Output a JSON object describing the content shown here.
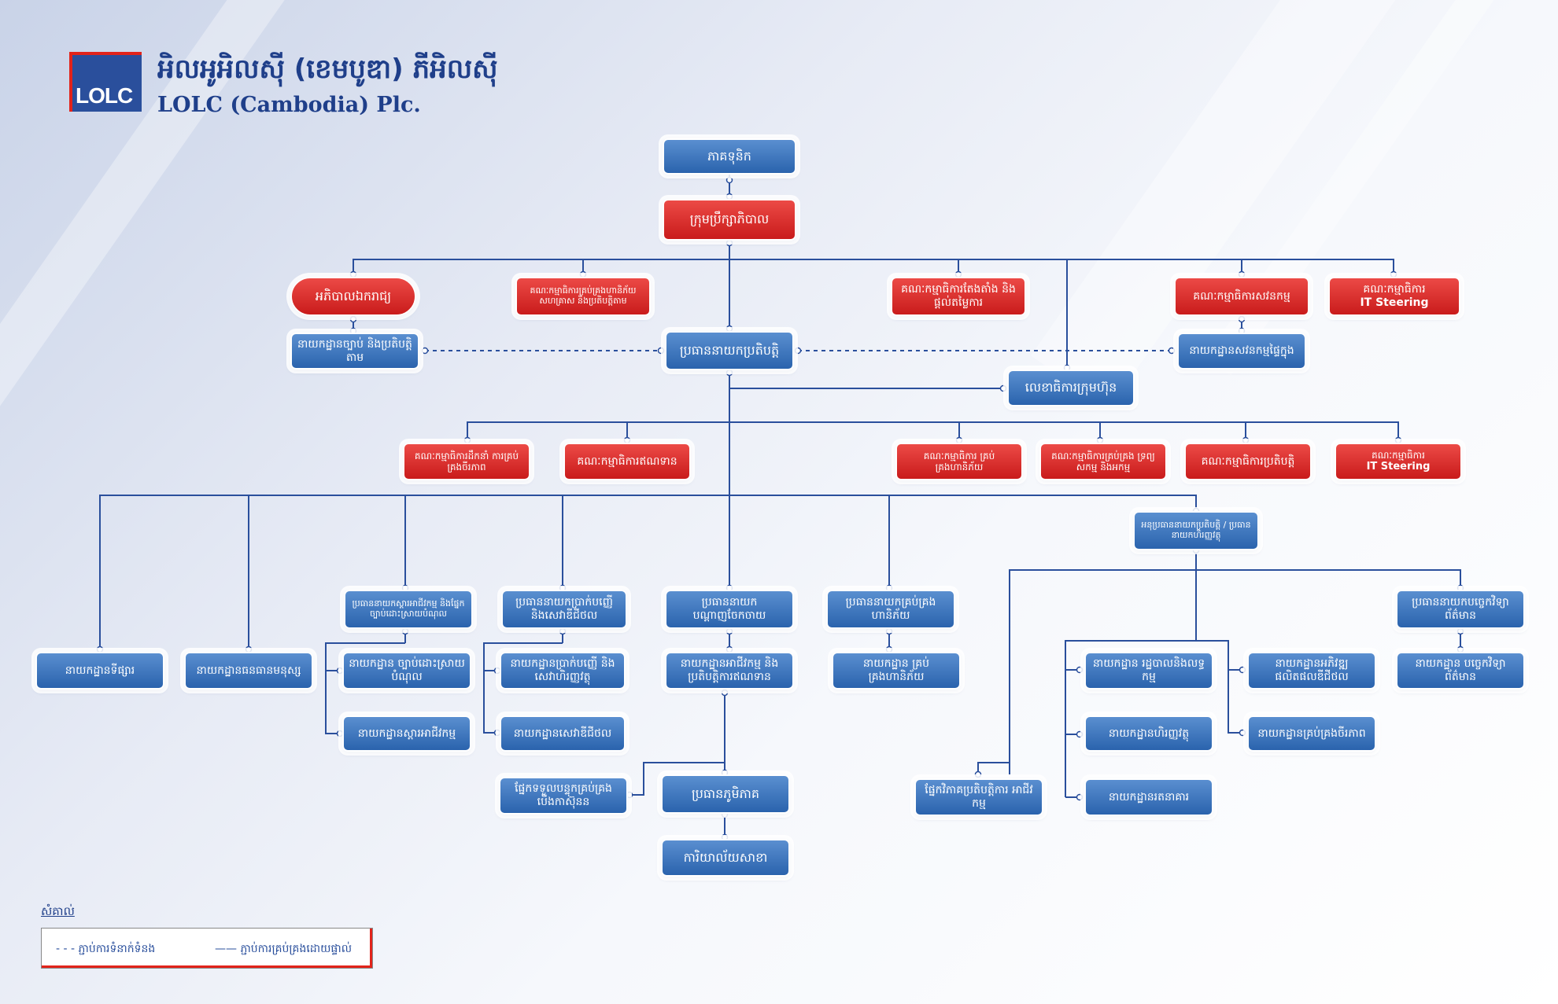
{
  "brand": {
    "logo_text": "LOLC",
    "name_km": "អិលអូអិលស៊ី (ខេមបូឌា) ភីអិលស៊ី",
    "name_en": "LOLC (Cambodia) Plc.",
    "colors": {
      "blue": "#2a63ad",
      "red": "#d42020",
      "line": "#2a4f9c"
    }
  },
  "nodes": {
    "shareholders": "ភាគទុនិក",
    "board": "ក្រុមប្រឹក្សាភិបាល",
    "independent_director": "អភិបាលឯករាជ្យ",
    "legal_dept": "នាយកដ្ឋានច្បាប់ និងប្រតិបត្តិតាម",
    "risk_committee_board": "គណៈកម្មាធិការគ្រប់គ្រងហានិភ័យ សហគ្រាស និងប្រតិបត្តិតាម",
    "ceo": "ប្រធាននាយកប្រតិបត្តិ",
    "nomination_committee": "គណៈកម្មាធិការតែងតាំង និងផ្ដល់តម្លៃការ",
    "audit_committee": "គណៈកម្មាធិការសវនកម្ម",
    "it_steering_board": [
      "គណៈកម្មាធិការ",
      "IT Steering"
    ],
    "internal_audit": "នាយកដ្ឋានសវនកម្មផ្ទៃក្នុង",
    "company_secretary": "លេខាធិការក្រុមហ៊ុន",
    "mgmt_committees": [
      "គណៈកម្មាធិការដឹកនាំ ការគ្រប់គ្រងចីរភាព",
      "គណៈកម្មាធិការឥណទាន",
      "គណៈកម្មាធិការ គ្រប់គ្រងហានិភ័យ",
      "គណៈកម្មាធិការគ្រប់គ្រង ទ្រព្យសកម្ម និងអកម្ម",
      "គណៈកម្មាធិការប្រតិបត្តិ",
      "គណៈកម្មាធិការ|IT Steering"
    ],
    "deputy_ceo": "អនុប្រធាននាយកប្រតិបត្តិ / ប្រធាននាយកហិរញ្ញវត្ថុ",
    "dept_marketing": "នាយកដ្ឋានទីផ្សារ",
    "dept_hr": "នាយកដ្ឋានធនធានមនុស្ស",
    "chief_recovery": "ប្រធាននាយកស្តារអាជីវកម្ម និងផ្នែកច្បាប់ដោះស្រាយបំណុល",
    "dept_debt": "នាយកដ្ឋាន ច្បាប់ដោះស្រាយបំណុល",
    "dept_recovery": "នាយកដ្ឋានស្តារអាជីវកម្ម",
    "chief_deposit": "ប្រធាននាយកប្រាក់បញ្ញើ និងសេវាឌីជីថល",
    "dept_deposit": "នាយកដ្ឋានប្រាក់បញ្ញើ និងសេវាហិរញ្ញវត្ថុ",
    "dept_digital": "នាយកដ្ឋានសេវាឌីជីថល",
    "chief_network": "ប្រធាននាយក បណ្ដាញចែកចាយ",
    "dept_business": "នាយកដ្ឋានអាជីវកម្ម និង ប្រតិបត្តិការឥណទាន",
    "call_center": "ផ្នែកទទួលបន្ទុកគ្រប់គ្រង បើងកាស៊ុនន",
    "regional_head": "ប្រធានភូមិភាគ",
    "branch": "ការិយាល័យសាខា",
    "chief_risk": "ប្រធាននាយកគ្រប់គ្រង ហានិភ័យ",
    "dept_risk": "នាយកដ្ឋាន គ្រប់គ្រងហានិភ័យ",
    "dept_admin": "នាយកដ្ឋាន រដ្ឋបាលនិងលទ្ធកម្ម",
    "dept_finance": "នាយកដ្ឋានហិរញ្ញវត្ថុ",
    "dept_treasury": "នាយកដ្ឋានរតនាគារ",
    "dept_product": "នាយកដ្ឋានអភិវឌ្ឍ ផលិតផលឌីជីថល",
    "dept_sustain": "នាយកដ្ឋានគ្រប់គ្រងចីរភាព",
    "biz_analysis": "ផ្នែកវិភាគប្រតិបត្តិការ អាជីវកម្ម",
    "chief_it": "ប្រធាននាយកបច្ចេកវិទ្យា ព័ត៌មាន",
    "dept_it": "នាយកដ្ឋាន បច្ចេកវិទ្យាព័ត៌មាន"
  },
  "legend": {
    "title": "សំគាល់",
    "dashed": "- - - ភ្ជាប់ការទំនាក់ទំនង",
    "solid": "—— ភ្ជាប់ការគ្រប់គ្រងដោយផ្ទាល់"
  }
}
